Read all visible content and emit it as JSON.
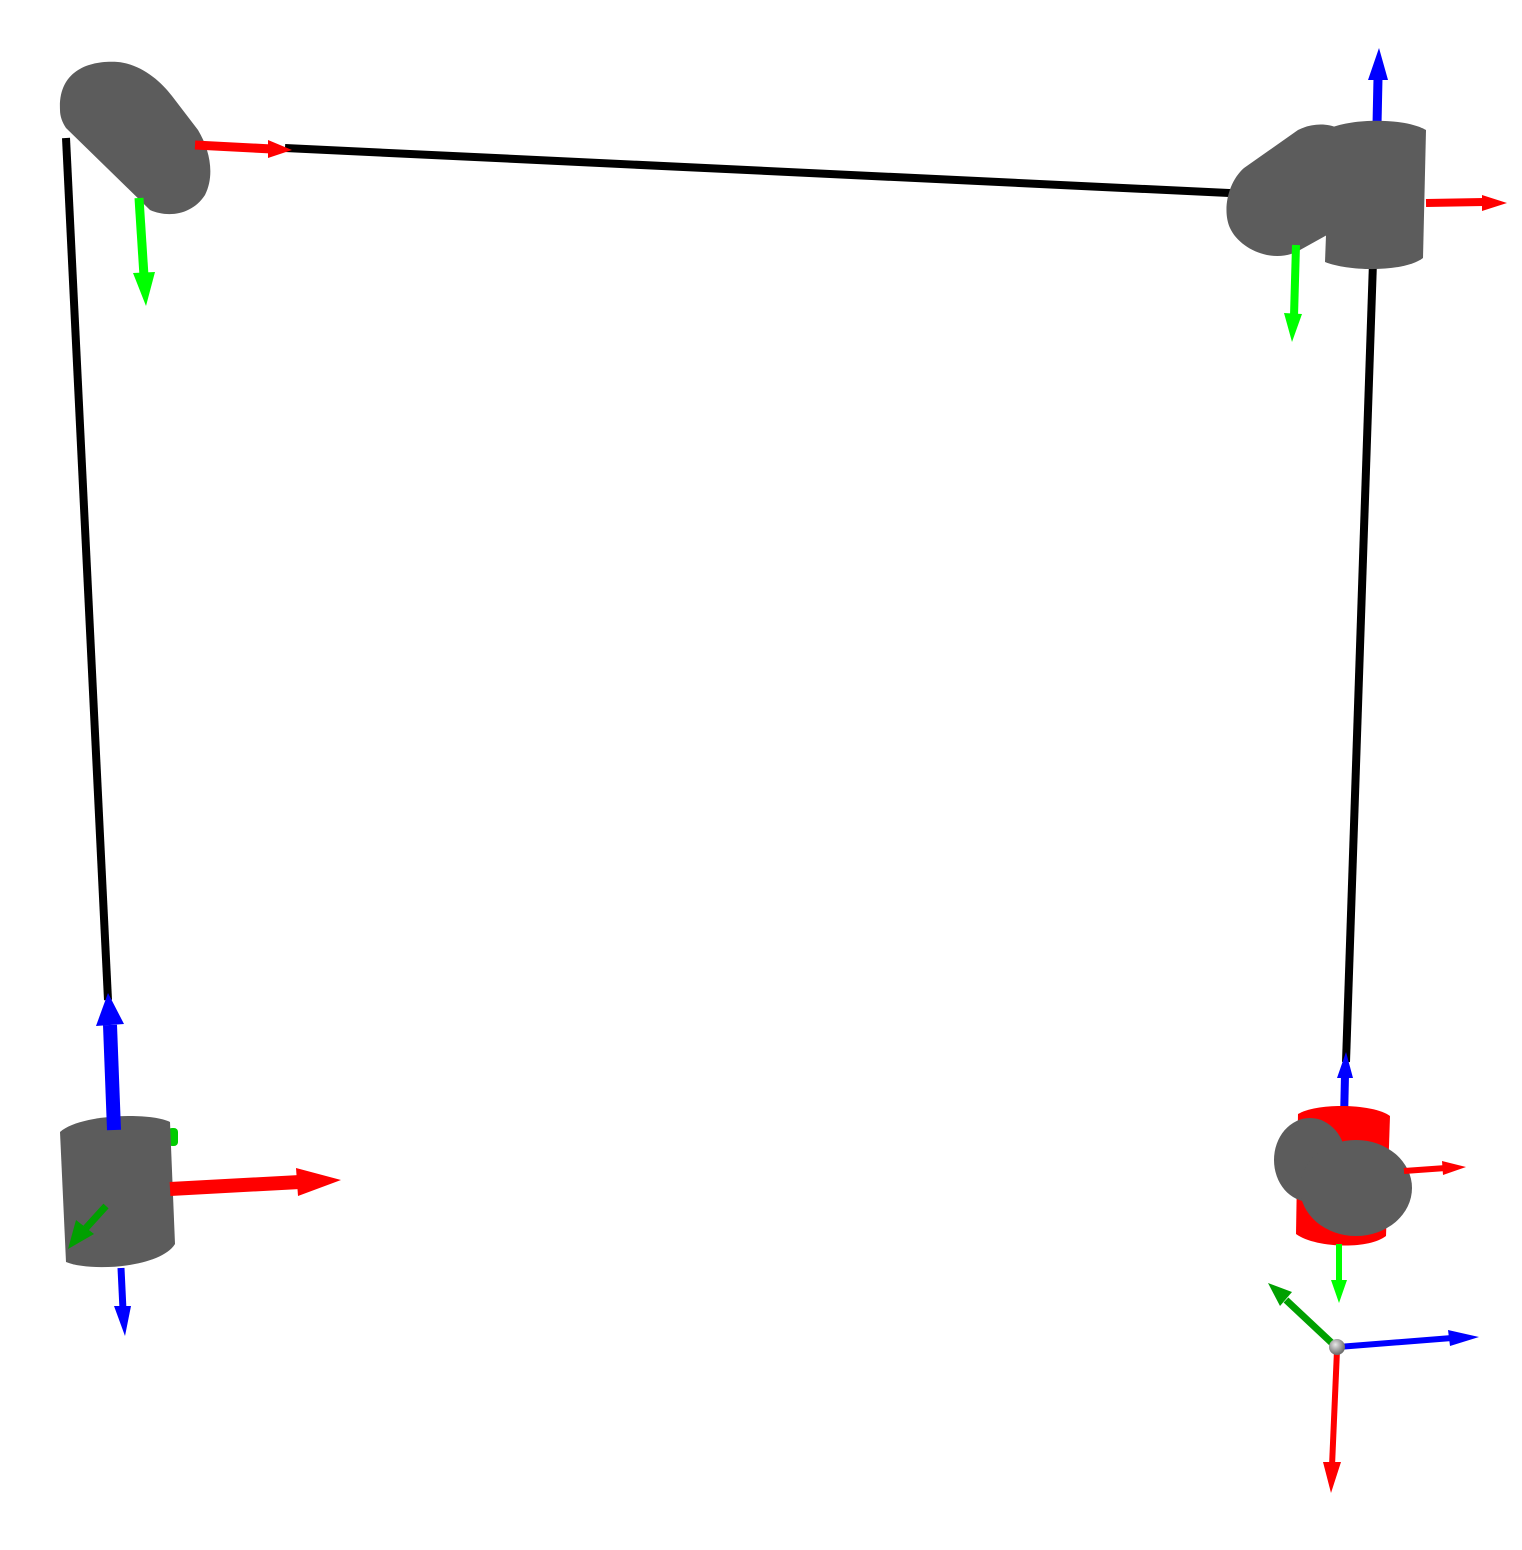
{
  "scene": {
    "background": "#ffffff",
    "joint_color": "#5c5c5c",
    "highlight_color": "#ff0000",
    "link_color": "#000000",
    "axis_colors": {
      "x": "#ff0000",
      "y": "#00ff00",
      "y_dark": "#00a000",
      "z": "#0000ff"
    },
    "joints": [
      {
        "name": "joint-top-left",
        "shape": "cylinder-tilted",
        "highlighted": false
      },
      {
        "name": "joint-top-right",
        "shape": "double-cylinder",
        "highlighted": false
      },
      {
        "name": "joint-bottom-left",
        "shape": "cylinder-upright",
        "highlighted": false
      },
      {
        "name": "joint-bottom-right",
        "shape": "cylinder-with-disc",
        "highlighted": true
      }
    ],
    "links": [
      {
        "name": "link-top"
      },
      {
        "name": "link-left"
      },
      {
        "name": "link-right"
      }
    ],
    "base_frame": {
      "name": "world-frame",
      "has_origin_sphere": true
    }
  }
}
